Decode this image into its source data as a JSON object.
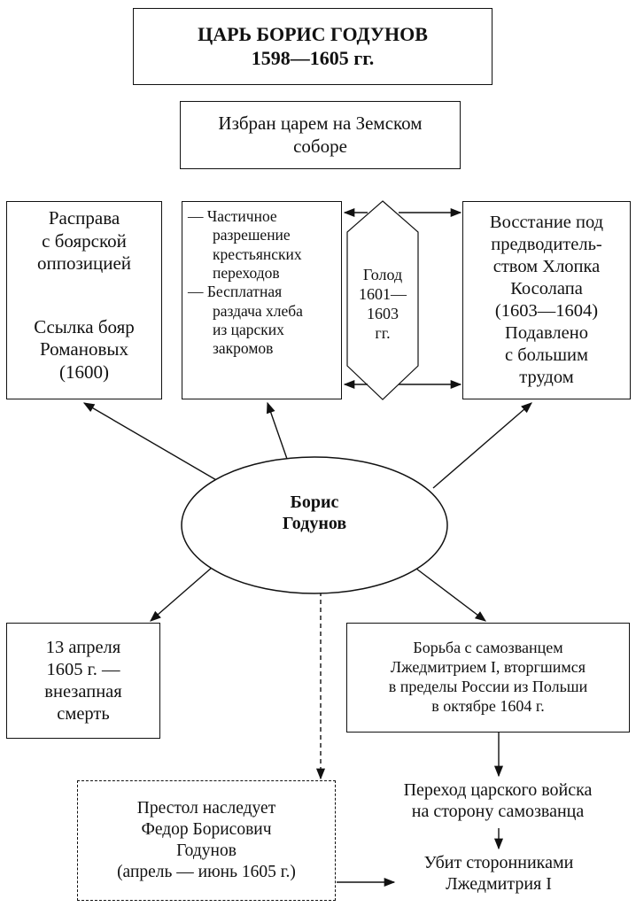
{
  "title_box": {
    "line1": "ЦАРЬ БОРИС ГОДУНОВ",
    "line2": "1598—1605 гг."
  },
  "elected_box": {
    "line1": "Избран царем на Земском",
    "line2": "соборе"
  },
  "reprisal_box": {
    "lines_top": [
      "Расправа",
      "с боярской",
      "оппозицией"
    ],
    "lines_bottom": [
      "Ссылка бояр",
      "Романовых",
      "(1600)"
    ]
  },
  "peasant_box": {
    "lines": [
      "— Частичное",
      "разрешение",
      "крестьянских",
      "переходов",
      "— Бесплатная",
      "раздача хлеба",
      "из царских",
      "закромов"
    ]
  },
  "famine_shape": {
    "lines": [
      "Голод",
      "1601—1603",
      "гг."
    ]
  },
  "uprising_box": {
    "lines": [
      "Восстание под",
      "предводитель-",
      "ством Хлопка",
      "Косолапа",
      "(1603—1604)",
      "Подавлено",
      "с большим",
      "трудом"
    ]
  },
  "center_ellipse": {
    "line1": "Борис",
    "line2": "Годунов"
  },
  "death_box": {
    "lines": [
      "13 апреля",
      "1605 г. —",
      "внезапная",
      "смерть"
    ]
  },
  "struggle_box": {
    "lines": [
      "Борьба с самозванцем",
      "Лжедмитрием I, вторгшимся",
      "в пределы России из Польши",
      "в октябре 1604 г."
    ]
  },
  "successor_box": {
    "lines": [
      "Престол наследует",
      "Федор Борисович",
      "Годунов",
      "(апрель — июнь 1605 г.)"
    ]
  },
  "transition_text": {
    "lines": [
      "Переход царского войска",
      "на сторону самозванца"
    ]
  },
  "killed_text": {
    "lines": [
      "Убит сторонниками",
      "Лжедмитрия I"
    ]
  }
}
